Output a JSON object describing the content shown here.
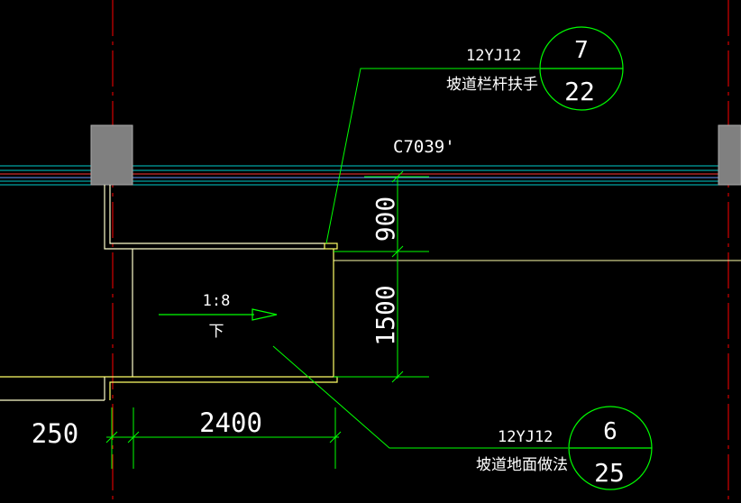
{
  "colors": {
    "background": "#000000",
    "axis": "#ff0000",
    "wall_fill": "#808080",
    "yellow": "#ffff66",
    "green": "#00ff00",
    "white": "#ffffff",
    "cyan": "#00ffff",
    "pale_yellow": "#ffffcc"
  },
  "callout_railing": {
    "atlas": "12YJ12",
    "description": "坡道栏杆扶手",
    "detail_no": "7",
    "sheet_no": "22"
  },
  "window_tag": "C7039'",
  "ramp": {
    "slope": "1:8",
    "direction": "下"
  },
  "dimensions": {
    "vertical_upper": "900",
    "vertical_lower": "1500",
    "horizontal_width": "2400",
    "horizontal_left": "250"
  },
  "callout_floor": {
    "atlas": "12YJ12",
    "description": "坡道地面做法",
    "detail_no": "6",
    "sheet_no": "25"
  }
}
